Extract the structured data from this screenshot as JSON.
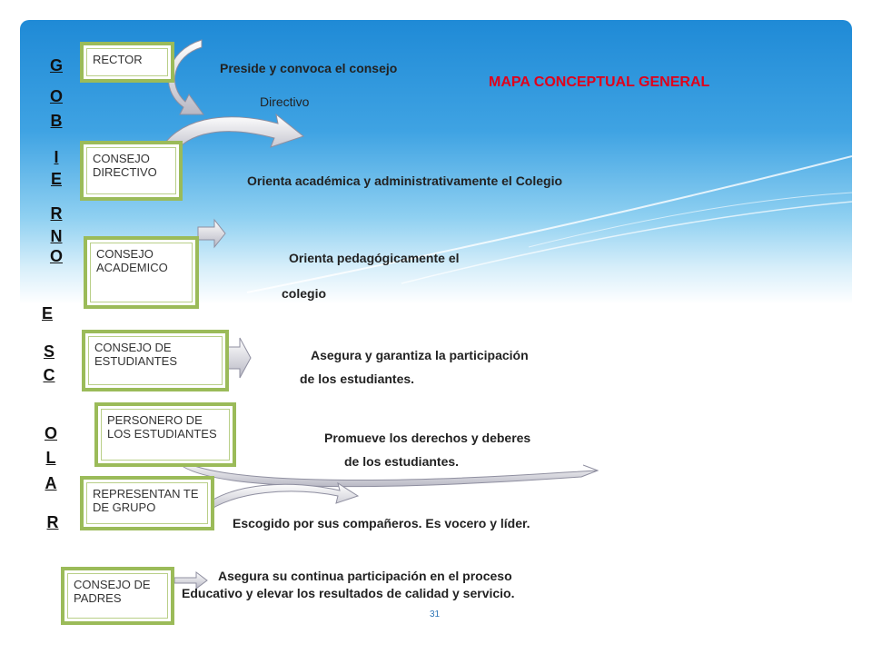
{
  "title": "MAPA CONCEPTUAL GENERAL",
  "vertical_labels": {
    "gobierno": [
      "G",
      "O",
      "B",
      "I",
      "E",
      "R",
      "N",
      "O"
    ],
    "escolar": [
      "E",
      "S",
      "C",
      "O",
      "L",
      "A",
      "R"
    ]
  },
  "boxes": {
    "rector": "RECTOR",
    "consejo_directivo": "CONSEJO DIRECTIVO",
    "consejo_academico": "CONSEJO ACADEMICO",
    "consejo_estudiantes": "CONSEJO DE ESTUDIANTES",
    "personero": "PERSONERO DE LOS ESTUDIANTES",
    "representante": "REPRESENTAN TE DE GRUPO",
    "consejo_padres": "CONSEJO DE PADRES"
  },
  "descriptions": {
    "rector_1": "Preside y convoca el consejo",
    "rector_2": "Directivo",
    "directivo": "Orienta académica y administrativamente el Colegio",
    "academico_1": "Orienta pedagógicamente el",
    "academico_2": "colegio",
    "estudiantes_1": "Asegura y garantiza la participación",
    "estudiantes_2": "de los estudiantes.",
    "personero_1": "Promueve los derechos y deberes",
    "personero_2": "de los estudiantes.",
    "representante": "Escogido por sus compañeros. Es vocero y líder.",
    "padres_1": "Asegura su continua participación en el proceso",
    "padres_2": "Educativo y elevar los resultados de calidad y servicio."
  },
  "page_number": "31",
  "colors": {
    "box_border": "#9bbb59",
    "title": "#e0001b",
    "sky_top": "#1f8ad6",
    "sky_bottom": "#b9e3f6",
    "page_number": "#2e75b6"
  }
}
